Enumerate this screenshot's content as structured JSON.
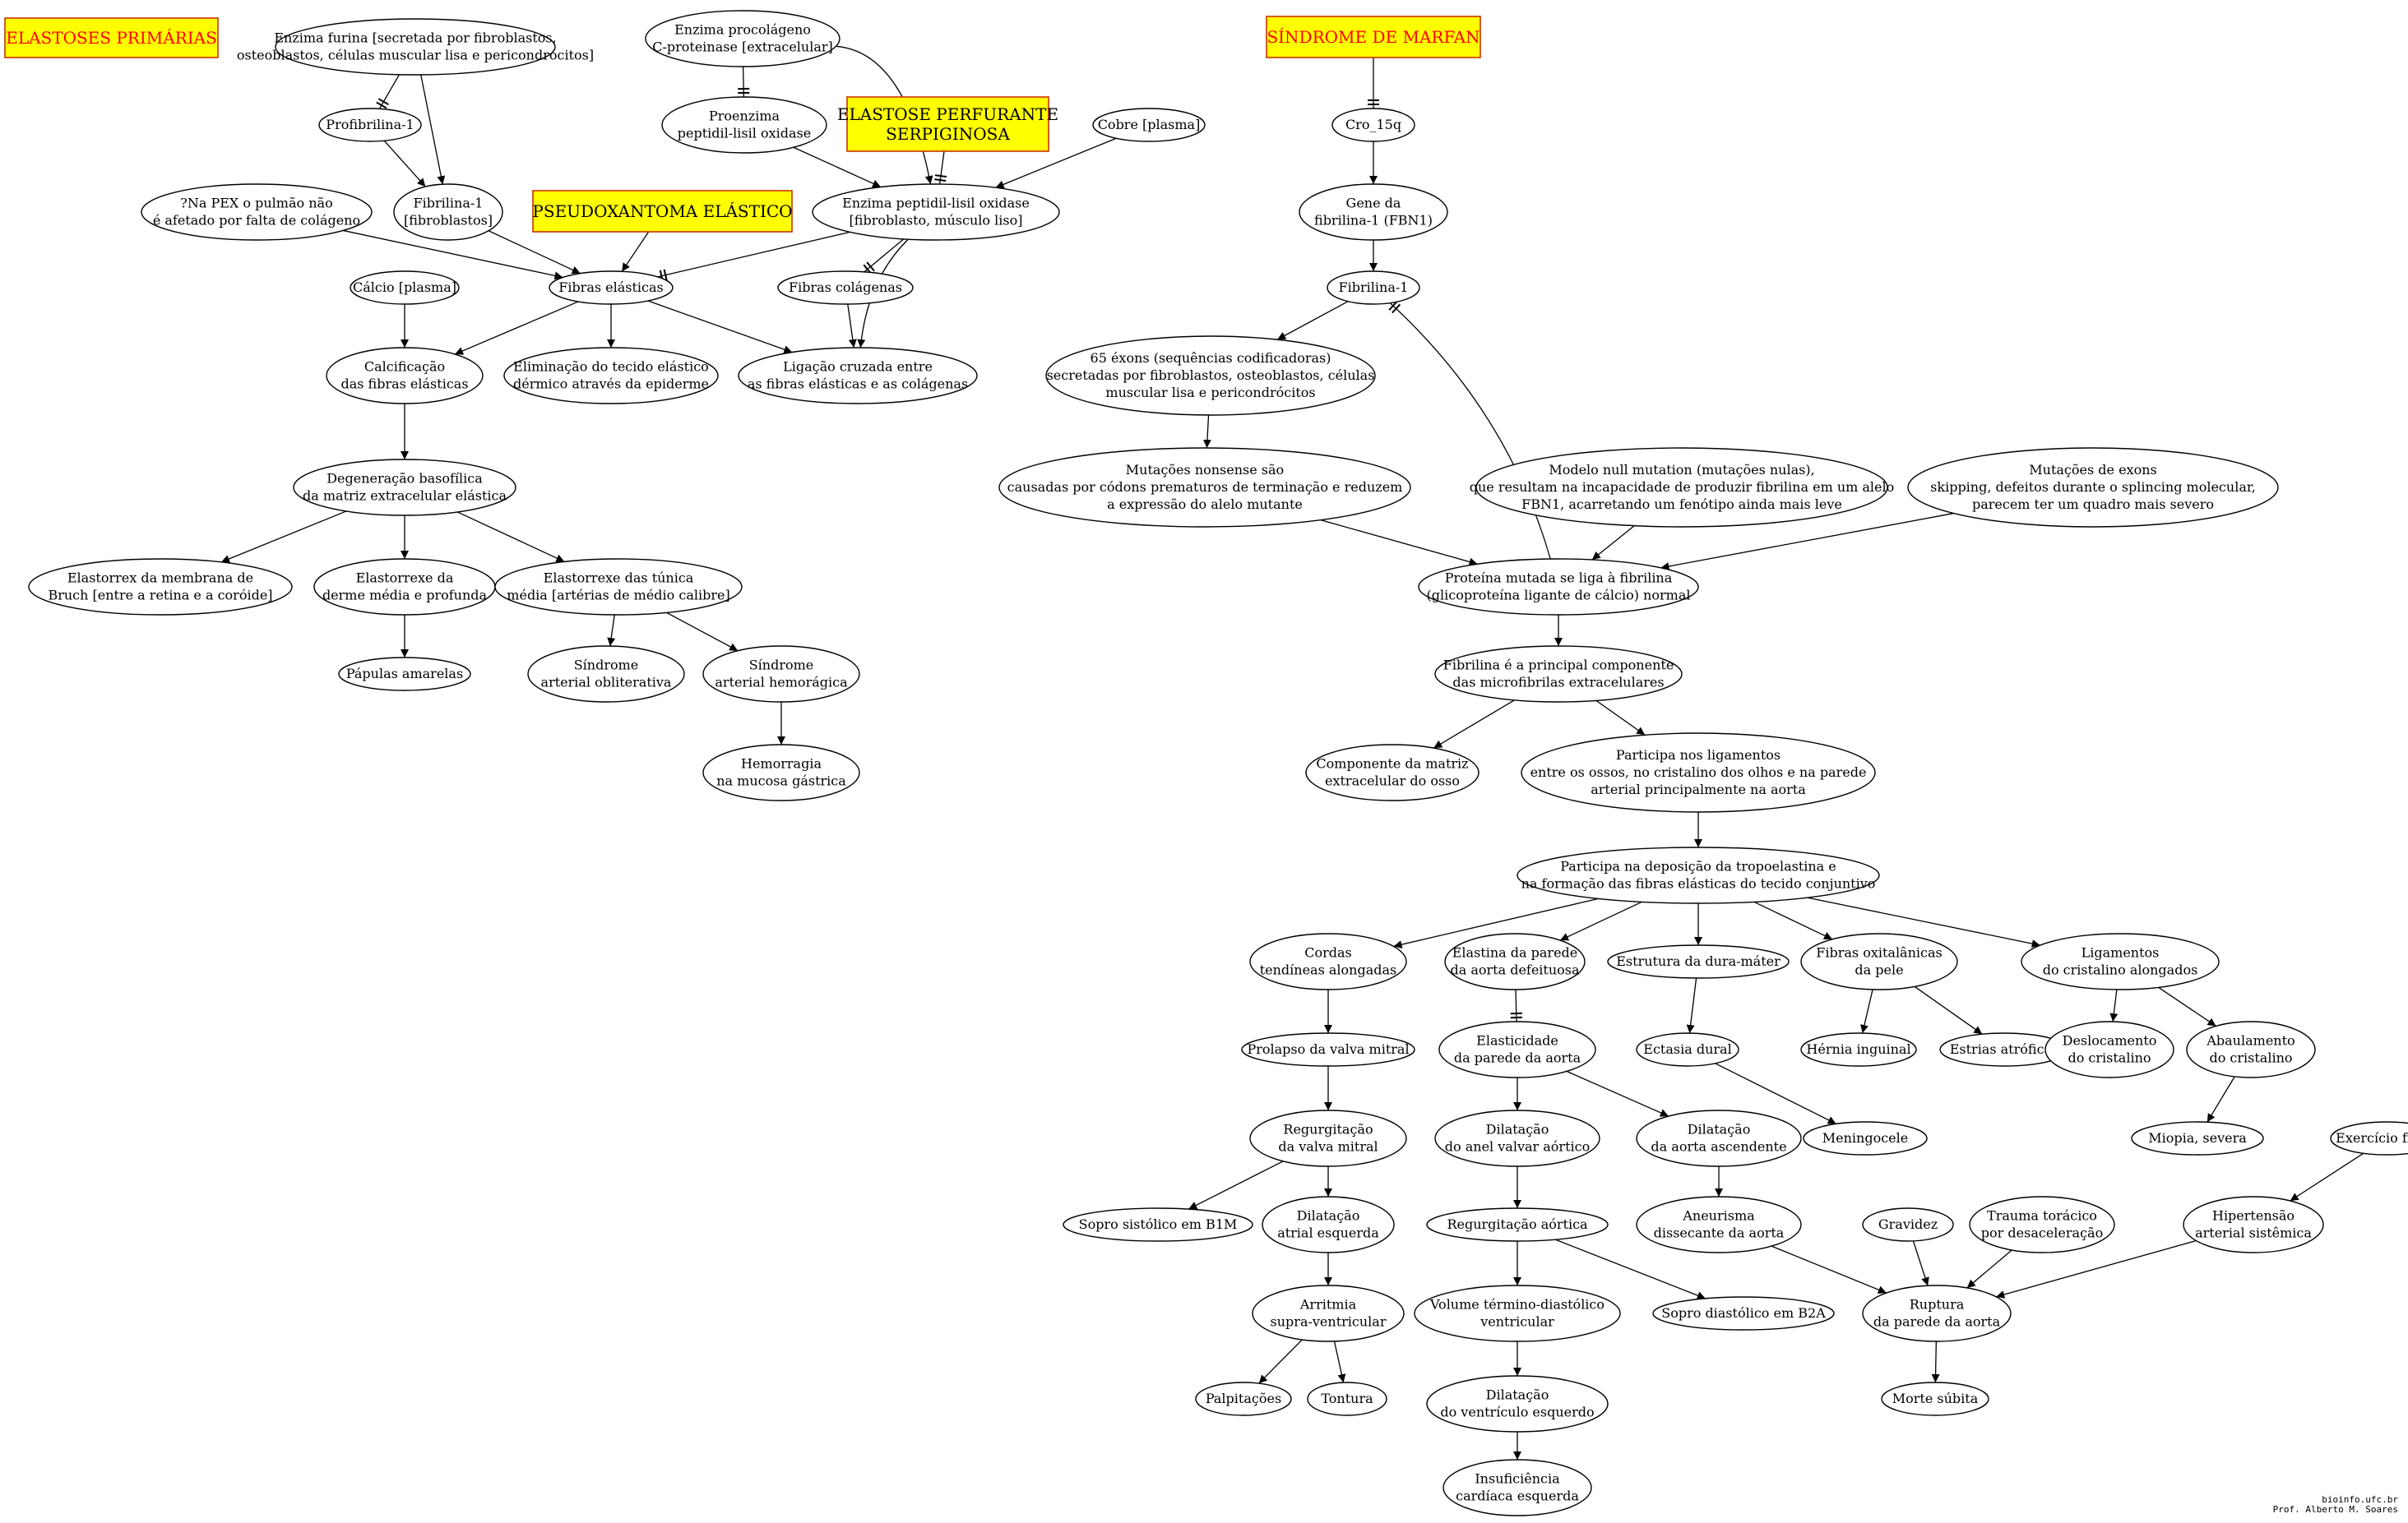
{
  "colors": {
    "title_red": "#ff0000",
    "title_black": "#000000",
    "box_fill": "#ffff00",
    "box_border": "#cc3300"
  },
  "titles": {
    "elastoses": "ELASTOSES PRIMÁRIAS",
    "pseudo": "PSEUDOXANTOMA ELÁSTICO",
    "perfurante": [
      "ELASTOSE PERFURANTE",
      "SERPIGINOSA"
    ],
    "marfan": "SÍNDROME DE MARFAN"
  },
  "nodes": {
    "furina": [
      "Enzima furina [secretada por fibroblastos,",
      "osteoblastos, células muscular lisa e pericondrócitos]"
    ],
    "procolageno": [
      "Enzima procolágeno",
      "C-proteinase [extracelular]"
    ],
    "profibrilina": [
      "Profibrilina-1"
    ],
    "fibrilina_fibro": [
      "Fibrilina-1",
      "[fibroblastos]"
    ],
    "proenzima": [
      "Proenzima",
      "peptidil-lisil oxidase"
    ],
    "cobre": [
      "Cobre [plasma]"
    ],
    "pex": [
      "?Na PEX o pulmão não",
      "é afetado por falta de colágeno"
    ],
    "peptidil": [
      "Enzima peptidil-lisil oxidase",
      "[fibroblasto, músculo liso]"
    ],
    "calcio": [
      "Cálcio [plasma]"
    ],
    "fibras_elasticas": [
      "Fibras elásticas"
    ],
    "fibras_colagenas": [
      "Fibras colágenas"
    ],
    "calcificacao": [
      "Calcificação",
      "das fibras elásticas"
    ],
    "eliminacao": [
      "Eliminação do tecido elástico",
      "dérmico através da epiderme"
    ],
    "ligacao": [
      "Ligação cruzada entre",
      "as fibras elásticas e as colágenas"
    ],
    "degeneracao": [
      "Degeneração basofílica",
      "da matriz extracelular elástica"
    ],
    "bruch": [
      "Elastorrex da membrana de",
      "Bruch [entre a retina e a coróide]"
    ],
    "derme": [
      "Elastorrexe da",
      "derme média e profunda"
    ],
    "tunica": [
      "Elastorrexe das túnica",
      "média [artérias de médio calibre]"
    ],
    "papulas": [
      "Pápulas amarelas"
    ],
    "obliterativa": [
      "Síndrome",
      "arterial obliterativa"
    ],
    "hemoragica": [
      "Síndrome",
      "arterial hemorágica"
    ],
    "hemorragia": [
      "Hemorragia",
      "na mucosa gástrica"
    ],
    "cro": [
      "Cro_15q"
    ],
    "gene": [
      "Gene da",
      "fibrilina-1 (FBN1)"
    ],
    "fibrilina1": [
      "Fibrilina-1"
    ],
    "exons65": [
      "65 éxons (sequências codificadoras)",
      "secretadas por fibroblastos, osteoblastos, células",
      "muscular lisa e pericondrócitos"
    ],
    "nonsense": [
      "Mutações nonsense são",
      "causadas por códons prematuros de terminação e reduzem",
      "a expressão do alelo mutante"
    ],
    "nullmut": [
      "Modelo null mutation (mutações nulas),",
      "que resultam na incapacidade de produzir fibrilina em um alelo",
      "FBN1, acarretando um fenótipo ainda mais leve"
    ],
    "exonsmut": [
      "Mutações de exons",
      "skipping, defeitos durante o splincing molecular,",
      "parecem ter um quadro mais severo"
    ],
    "proteina": [
      "Proteína mutada se liga à fibrilina",
      "(glicoproteína ligante de cálcio) normal"
    ],
    "principal": [
      "Fibrilina é a principal componente",
      "das microfibrilas extracelulares"
    ],
    "componente": [
      "Componente da matriz",
      "extracelular do osso"
    ],
    "ligamentos": [
      "Participa nos ligamentos",
      "entre os ossos, no cristalino dos olhos e na parede",
      "arterial principalmente na aorta"
    ],
    "deposicao": [
      "Participa na deposição da tropoelastina e",
      "na formação das fibras elásticas do tecido conjuntivo"
    ],
    "cordas": [
      "Cordas",
      "tendíneas alongadas"
    ],
    "elastina": [
      "Elastina da parede",
      "da aorta defeituosa"
    ],
    "duramater": [
      "Estrutura da dura-máter"
    ],
    "oxitalanicas": [
      "Fibras oxitalânicas",
      "da pele"
    ],
    "lig_cristalino": [
      "Ligamentos",
      "do cristalino alongados"
    ],
    "prolapso": [
      "Prolapso da valva mitral"
    ],
    "elasticidade": [
      "Elasticidade",
      "da parede da aorta"
    ],
    "ectasia": [
      "Ectasia dural"
    ],
    "hernia": [
      "Hérnia inguinal"
    ],
    "estrias": [
      "Estrias atróficas"
    ],
    "deslocamento": [
      "Deslocamento",
      "do cristalino"
    ],
    "abaulamento": [
      "Abaulamento",
      "do cristalino"
    ],
    "regurg_mitral": [
      "Regurgitação",
      "da valva mitral"
    ],
    "dil_anel": [
      "Dilatação",
      "do anel valvar aórtico"
    ],
    "dil_aorta": [
      "Dilatação",
      "da aorta ascendente"
    ],
    "meningocele": [
      "Meningocele"
    ],
    "miopia": [
      "Miopia, severa"
    ],
    "exercicio": [
      "Exercício físico"
    ],
    "sopro_sist": [
      "Sopro sistólico em B1M"
    ],
    "dil_atrial": [
      "Dilatação",
      "atrial esquerda"
    ],
    "regurg_aortica": [
      "Regurgitação aórtica"
    ],
    "aneurisma": [
      "Aneurisma",
      "dissecante da aorta"
    ],
    "gravidez": [
      "Gravidez"
    ],
    "trauma": [
      "Trauma torácico",
      "por desaceleração"
    ],
    "hipertensao": [
      "Hipertensão",
      "arterial sistêmica"
    ],
    "arritmia": [
      "Arritmia",
      "supra-ventricular"
    ],
    "volume": [
      "Volume término-diastólico",
      "ventricular"
    ],
    "sopro_diast": [
      "Sopro diastólico em B2A"
    ],
    "ruptura": [
      "Ruptura",
      "da parede da aorta"
    ],
    "palpitacoes": [
      "Palpitações"
    ],
    "tontura": [
      "Tontura"
    ],
    "dil_ventriculo": [
      "Dilatação",
      "do ventrículo esquerdo"
    ],
    "morte": [
      "Morte súbita"
    ],
    "insuficiencia": [
      "Insuficiência",
      "cardíaca esquerda"
    ]
  },
  "footer": {
    "line1": "bioinfo.ufc.br",
    "line2": "Prof. Alberto M. Soares"
  }
}
